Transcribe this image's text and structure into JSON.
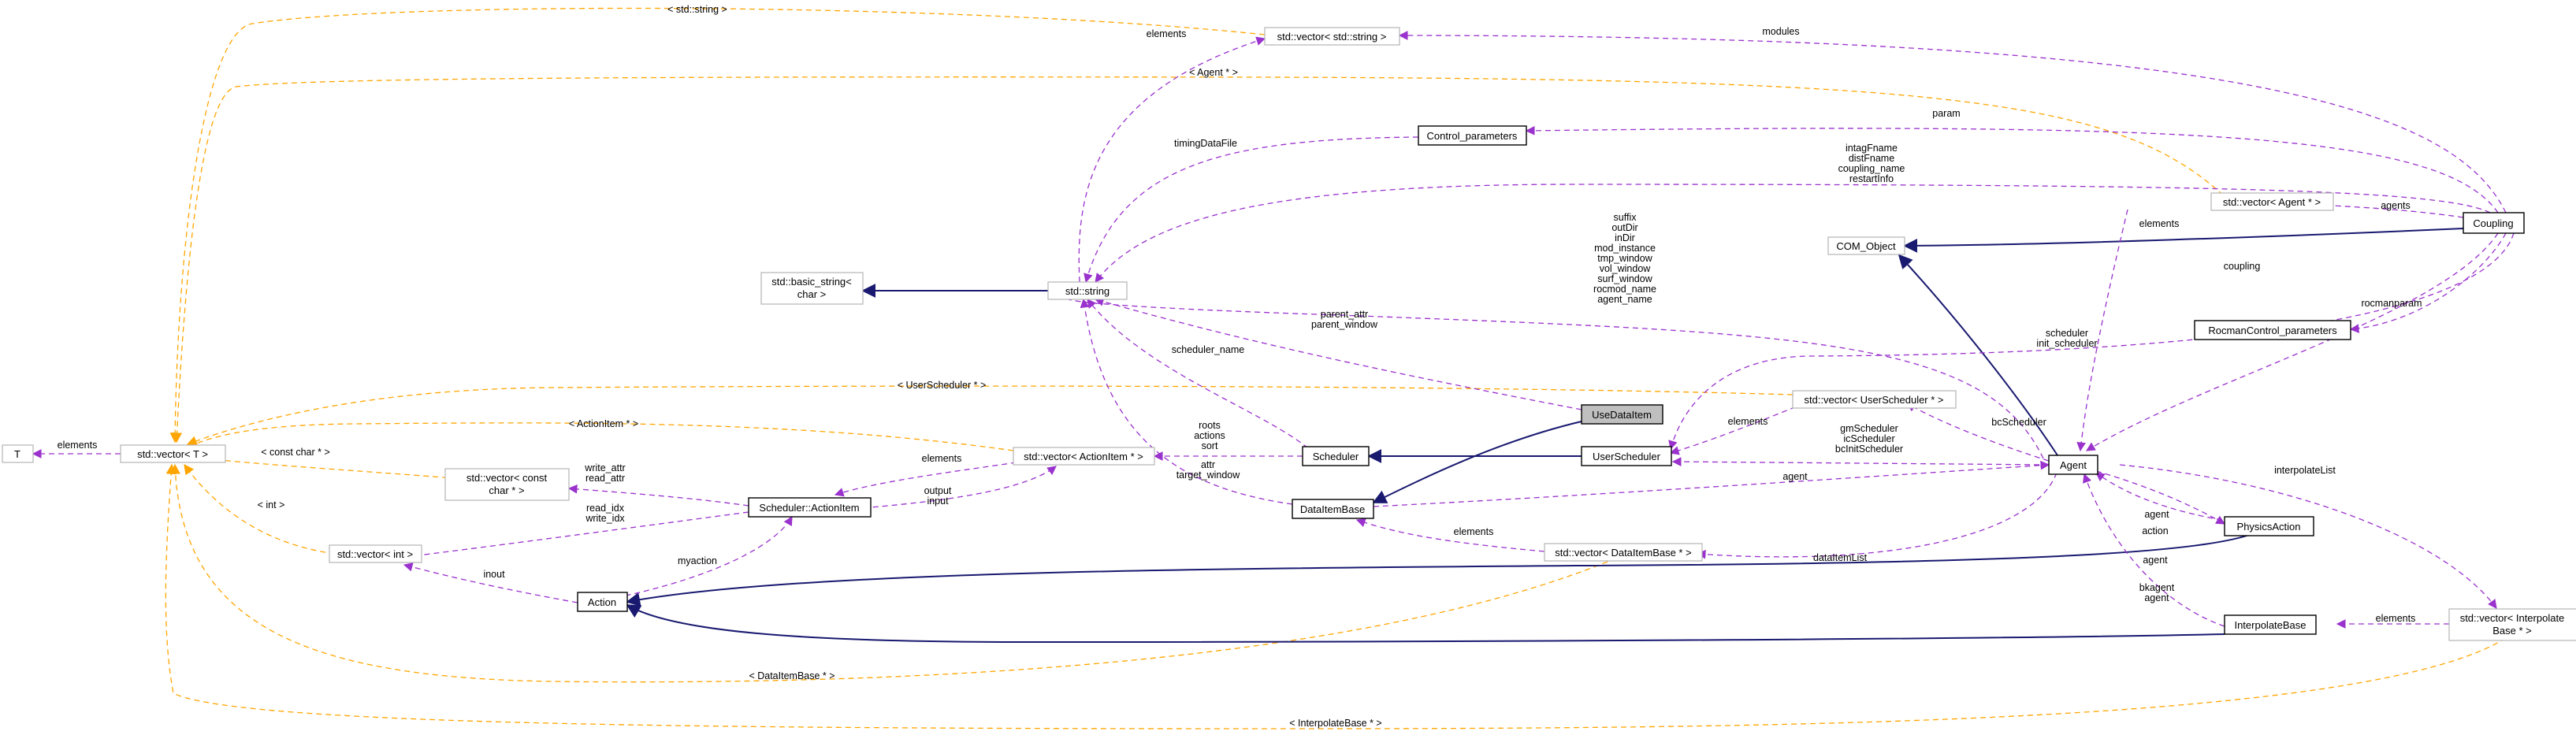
{
  "colors": {
    "inheritance": "#191970",
    "member": "#9a32cd",
    "template": "#ffa500",
    "focus_fill": "#bfbfbf",
    "grey_border": "#b5b5b5"
  },
  "nodes": {
    "T": "T",
    "vector_T": "std::vector< T >",
    "vector_string": "std::vector< std::string >",
    "control_parameters": "Control_parameters",
    "std_string": "std::string",
    "basic_string_1": "std::basic_string<",
    "basic_string_2": "char >",
    "vector_const_char_1": "std::vector< const",
    "vector_const_char_2": "char * >",
    "vector_int": "std::vector< int >",
    "action": "Action",
    "action_item": "Scheduler::ActionItem",
    "vector_action_item": "std::vector< ActionItem * >",
    "scheduler": "Scheduler",
    "data_item_base": "DataItemBase",
    "use_data_item": "UseDataItem",
    "user_scheduler": "UserScheduler",
    "vector_user_scheduler": "std::vector< UserScheduler * >",
    "vector_data_item_base": "std::vector< DataItemBase * >",
    "com_object": "COM_Object",
    "vector_agent": "std::vector< Agent * >",
    "coupling": "Coupling",
    "rocman_control_parameters": "RocmanControl_parameters",
    "agent": "Agent",
    "physics_action": "PhysicsAction",
    "interpolate_base": "InterpolateBase",
    "vector_interpolate_1": "std::vector< Interpolate",
    "vector_interpolate_2": "Base * >"
  },
  "labels": {
    "tpl_string": "< std::string >",
    "tpl_agent": "< Agent * >",
    "tpl_user_scheduler": "< UserScheduler * >",
    "tpl_action_item": "< ActionItem * >",
    "tpl_const_char": "< const char * >",
    "tpl_int": "< int >",
    "tpl_data_item_base": "< DataItemBase * >",
    "tpl_interpolate_base": "< InterpolateBase * >",
    "elements": "elements",
    "modules": "modules",
    "param": "param",
    "timing_data_file": "timingDataFile",
    "coupling_strings": [
      "intagFname",
      "distFname",
      "coupling_name",
      "restartInfo"
    ],
    "agent_strings": [
      "suffix",
      "outDir",
      "inDir",
      "mod_instance",
      "tmp_window",
      "vol_window",
      "surf_window",
      "rocmod_name",
      "agent_name"
    ],
    "agents": "agents",
    "coupling": "coupling",
    "rocmanparam": "rocmanparam",
    "parent": [
      "parent_attr",
      "parent_window"
    ],
    "scheduler_name": "scheduler_name",
    "scheduler_refs": [
      "scheduler",
      "init_scheduler"
    ],
    "bc_scheduler": "bcScheduler",
    "agent_schedulers": [
      "gmScheduler",
      "icScheduler",
      "bcInitScheduler"
    ],
    "scheduler_lists": [
      "roots",
      "actions",
      "sort"
    ],
    "attr_window": [
      "attr",
      "target_window"
    ],
    "write_attrs": [
      "write_attr",
      "read_attr"
    ],
    "read_write_idx": [
      "read_idx",
      "write_idx"
    ],
    "output_input": [
      "output",
      "input"
    ],
    "inout": "inout",
    "myaction": "myaction",
    "agent": "agent",
    "data_item_list": "dataItemList",
    "action": "action",
    "bkagent": [
      "bkagent",
      "agent"
    ],
    "interpolate_list": "interpolateList"
  }
}
